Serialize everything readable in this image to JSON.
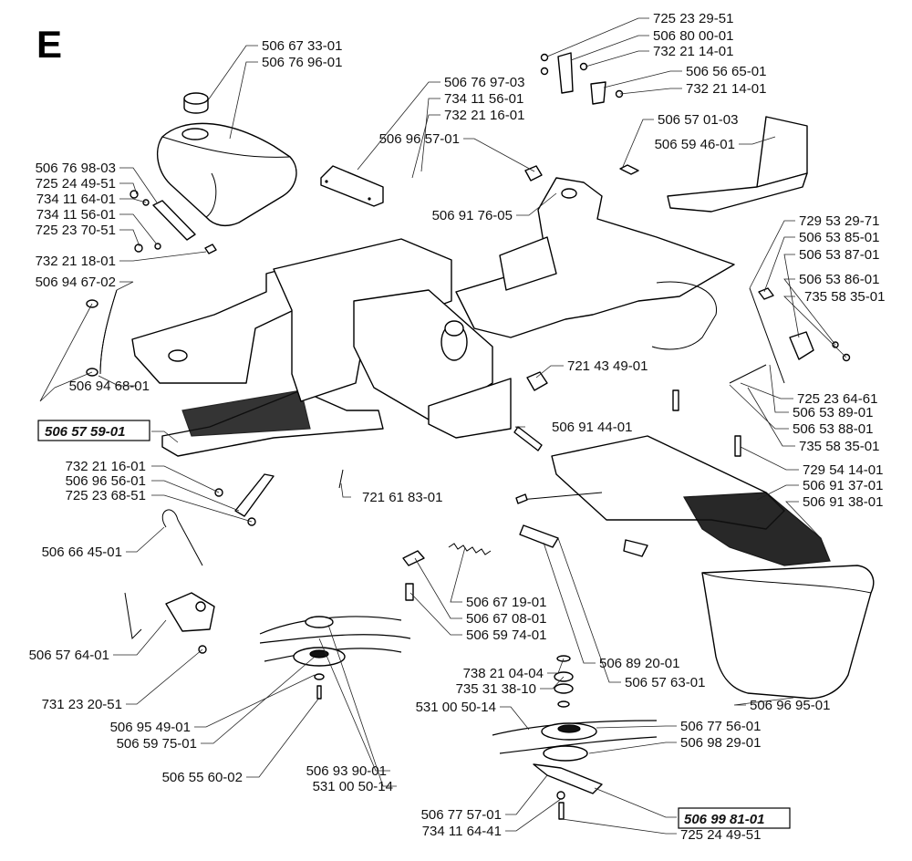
{
  "section_letter": "E",
  "callouts": {
    "tank_cap": "506 67 33-01",
    "tank": "506 76 96-01",
    "bracket_a": "506 76 97-03",
    "bracket_a_screw": "734 11 56-01",
    "bracket_a_nut": "732 21 16-01",
    "strap_screw": "506 76 98-03",
    "strap_bolt": "725 24 49-51",
    "strap_washer": "734 11 64-01",
    "strap_washer_b": "734 11 56-01",
    "strap_bolt_b": "725 23 70-51",
    "strap_nut": "732 21 18-01",
    "fuel_hose": "506 94 67-02",
    "hose_clamp": "506 94 68-01",
    "frame_front": "506 57 59-01",
    "clip_nut": "732 21 16-01",
    "clip": "506 96 56-01",
    "clip_bolt": "725 23 68-51",
    "hook_rod": "506 66 45-01",
    "idler_arm": "506 57 64-01",
    "idler_bolt": "731 23 20-51",
    "pulley_washer": "506 95 49-01",
    "pulley_upper": "506 59 75-01",
    "pulley_screw": "506 55 60-02",
    "belt_front": "506 93 90-01",
    "belt_front_b": "531 00 50-14",
    "top_bolt": "725 23 29-51",
    "top_plate": "506 80 00-01",
    "top_nut": "732 21 14-01",
    "top_spacer": "506 56 65-01",
    "top_nut_b": "732 21 14-01",
    "seat_bolt": "506 57 01-03",
    "seat_plate": "506 59 46-01",
    "plug": "506 96 57-01",
    "main_frame": "506 91 76-05",
    "link_pin": "729 53 29-71",
    "link_a": "506 53 85-01",
    "link_b": "506 53 87-01",
    "link_c": "506 53 86-01",
    "link_spring": "735 58 35-01",
    "bushing": "721 43 49-01",
    "pivot_bolt": "725 23 64-61",
    "link_d": "506 53 89-01",
    "link_e": "506 53 88-01",
    "link_spring_b": "735 58 35-01",
    "shaft": "506 91 44-01",
    "cover_screw": "729 54 14-01",
    "cover": "506 91 37-01",
    "grille": "506 91 38-01",
    "cotter": "721 61 83-01",
    "spring": "506 67 19-01",
    "spring_plate": "506 67 08-01",
    "spring_bolt": "506 59 74-01",
    "bracket_b": "506 89 20-01",
    "rod": "506 57 63-01",
    "rear_washer": "738 21 04-04",
    "rear_bearing": "735 31 38-10",
    "rear_belt": "531 00 50-14",
    "rear_pulley": "506 77 56-01",
    "rear_pulley_b": "506 98 29-01",
    "hood": "506 96 95-01",
    "rear_arm": "506 77 57-01",
    "rear_washer_b": "734 11 64-41",
    "rear_arm_assy": "506 99 81-01",
    "rear_bolt": "725 24 49-51"
  }
}
